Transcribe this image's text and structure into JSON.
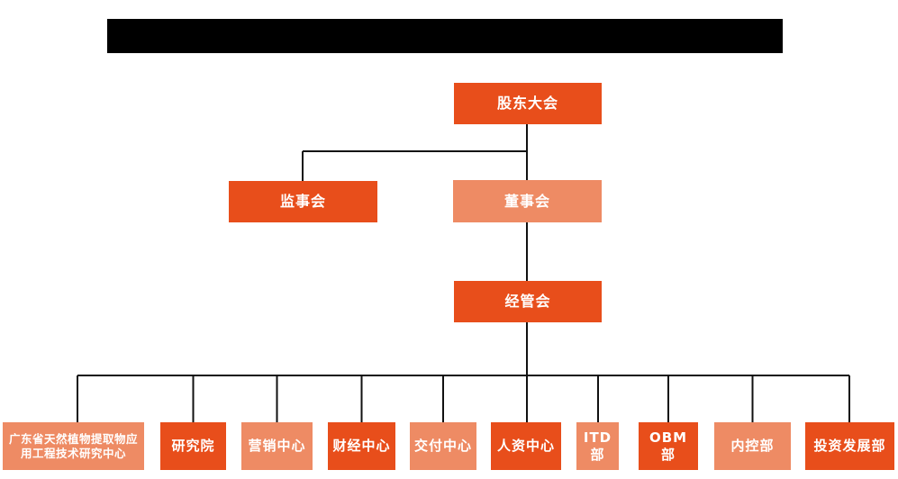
{
  "colors": {
    "primary": "#e84e1b",
    "secondary": "#ee8b64",
    "line": "#111111",
    "redaction": "#000000",
    "node-text": "#ffffff",
    "background": "#ffffff"
  },
  "header": {
    "title_redacted": true
  },
  "chart_data": {
    "type": "org-chart",
    "nodes": {
      "shareholders": {
        "label": "股东大会",
        "level": 1,
        "reports_to": null
      },
      "supervisory": {
        "label": "监事会",
        "level": 2,
        "reports_to": "股东大会"
      },
      "board": {
        "label": "董事会",
        "level": 2,
        "reports_to": "股东大会"
      },
      "management": {
        "label": "经管会",
        "level": 3,
        "reports_to": "董事会"
      },
      "departments": [
        {
          "label": "广东省天然植物提取物应用工程技术研究中心",
          "level": 4,
          "reports_to": "经管会"
        },
        {
          "label": "研究院",
          "level": 4,
          "reports_to": "经管会"
        },
        {
          "label": "营销中心",
          "level": 4,
          "reports_to": "经管会"
        },
        {
          "label": "财经中心",
          "level": 4,
          "reports_to": "经管会"
        },
        {
          "label": "交付中心",
          "level": 4,
          "reports_to": "经管会"
        },
        {
          "label": "人资中心",
          "level": 4,
          "reports_to": "经管会"
        },
        {
          "label": "ITD部",
          "level": 4,
          "reports_to": "经管会"
        },
        {
          "label": "OBM部",
          "level": 4,
          "reports_to": "经管会"
        },
        {
          "label": "内控部",
          "level": 4,
          "reports_to": "经管会"
        },
        {
          "label": "投资发展部",
          "level": 4,
          "reports_to": "经管会"
        }
      ]
    }
  }
}
